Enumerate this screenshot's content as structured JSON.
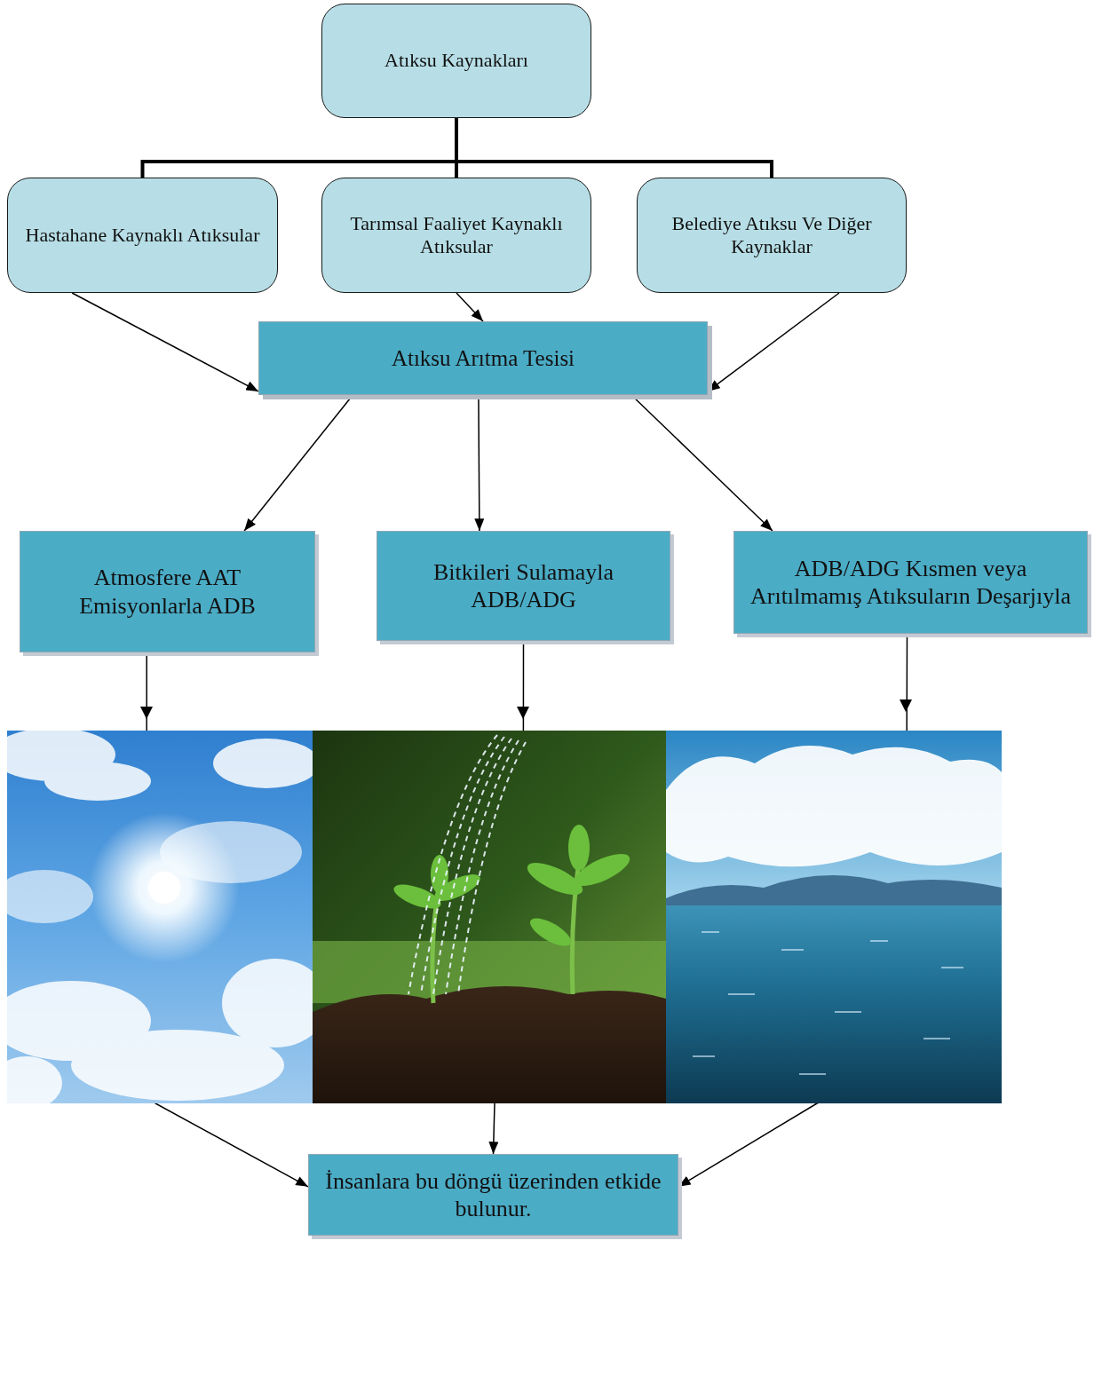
{
  "diagram": {
    "nodes": [
      {
        "text": [
          "Atıksu Kaynakları"
        ]
      },
      {
        "text": [
          "Hastahane Kaynaklı Atıksular"
        ]
      },
      {
        "text": [
          "Tarımsal Faaliyet Kaynaklı Atıksular"
        ]
      },
      {
        "text": [
          "Belediye Atıksu Ve Diğer Kaynaklar"
        ]
      },
      {
        "text": [
          "Atıksu Arıtma Tesisi"
        ]
      },
      {
        "text": [
          "Atmosfere AAT Emisyonlarla ADB"
        ]
      },
      {
        "text": [
          "Bitkileri Sulamayla ADB/ADG"
        ]
      },
      {
        "text": [
          "ADB/ADG Kısmen veya Arıtılmamış Atıksuların Deşarjıyla"
        ]
      },
      {
        "text": [
          "İnsanlara bu döngü üzerinden etkide bulunur."
        ]
      }
    ],
    "edges": [
      {
        "from": 0,
        "to": 1,
        "arrow": "none"
      },
      {
        "from": 0,
        "to": 2,
        "arrow": "none"
      },
      {
        "from": 0,
        "to": 3,
        "arrow": "none"
      },
      {
        "from": 1,
        "to": 4,
        "arrow": "to"
      },
      {
        "from": 2,
        "to": 4,
        "arrow": "to"
      },
      {
        "from": 3,
        "to": 4,
        "arrow": "to"
      },
      {
        "from": 4,
        "to": 5,
        "arrow": "to"
      },
      {
        "from": 4,
        "to": 6,
        "arrow": "to"
      },
      {
        "from": 4,
        "to": 7,
        "arrow": "to"
      },
      {
        "from": 5,
        "to": 8,
        "arrow": "to"
      },
      {
        "from": 6,
        "to": 8,
        "arrow": "to"
      },
      {
        "from": 7,
        "to": 8,
        "arrow": "to"
      }
    ]
  }
}
